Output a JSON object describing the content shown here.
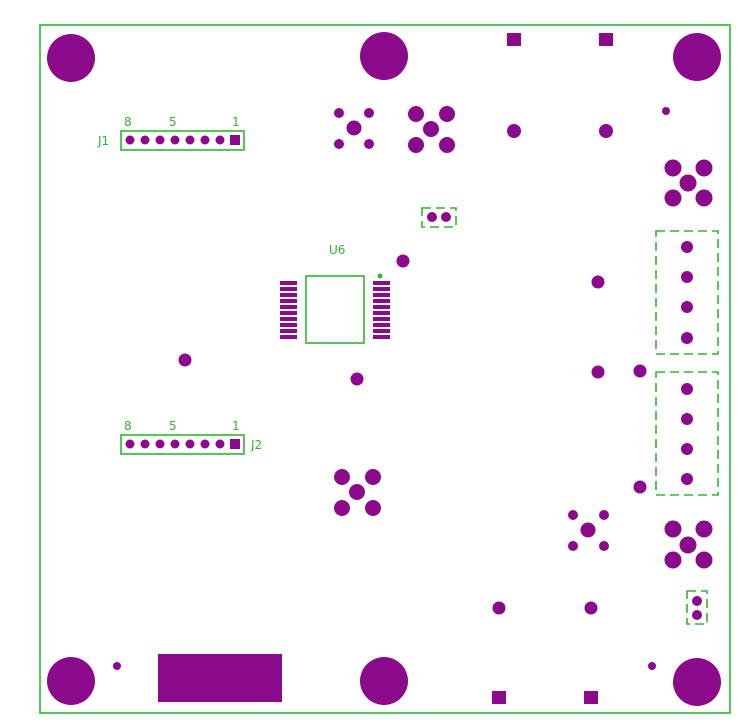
{
  "colors": {
    "background": "#ffffff",
    "silkscreen": "#2db82d",
    "copper": "#8b0a8b"
  },
  "labels": {
    "j1": "J1",
    "j2": "J2",
    "u6": "U6",
    "j1_pin8": "8",
    "j1_pin5": "5",
    "j1_pin1": "1",
    "j2_pin8": "8",
    "j2_pin5": "5",
    "j2_pin1": "1"
  }
}
